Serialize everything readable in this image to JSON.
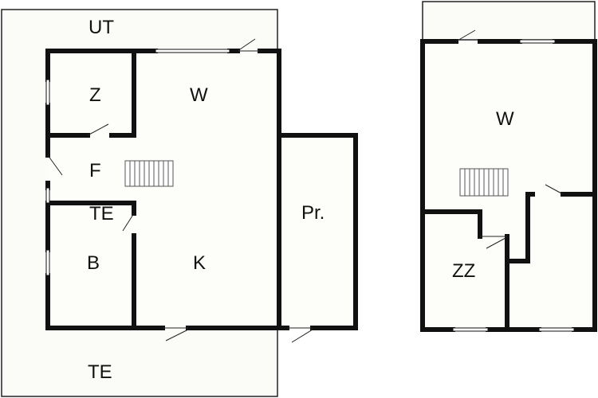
{
  "rooms": {
    "ut": "UT",
    "z": "Z",
    "w_ground": "W",
    "f": "F",
    "te_inner": "TE",
    "b": "B",
    "k": "K",
    "pr": "Pr.",
    "te_outer": "TE",
    "w_upper": "W",
    "zz": "ZZ"
  },
  "colors": {
    "wall": "#111111",
    "terrace_line": "#222222",
    "background": "#ffffff",
    "stair_line": "#555555"
  }
}
